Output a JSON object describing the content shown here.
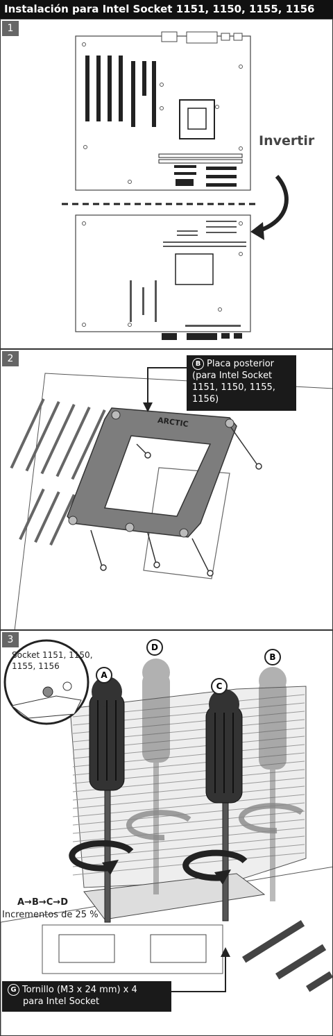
{
  "title": "Instalación para Intel Socket 1151, 1150, 1155, 1156",
  "step1": {
    "number": "1",
    "flip_label": "Invertir"
  },
  "step2": {
    "number": "2",
    "callout_letter": "B",
    "callout_line1": "Placa posterior",
    "callout_line2": "(para Intel Socket",
    "callout_line3": "1151, 1150, 1155,",
    "callout_line4": "1156)",
    "brand_mark": "ARCTIC"
  },
  "step3": {
    "number": "3",
    "zoom_line1": "Socket 1151, 1150,",
    "zoom_line2": "1155, 1156",
    "letters": {
      "a": "A",
      "b": "B",
      "c": "C",
      "d": "D"
    },
    "sequence": "A→B→C→D",
    "increments": "Incrementos de 25 %",
    "callout_letter": "G",
    "callout_line1": "Tornillo (M3 x 24 mm) x 4",
    "callout_line2": "para Intel Socket"
  }
}
